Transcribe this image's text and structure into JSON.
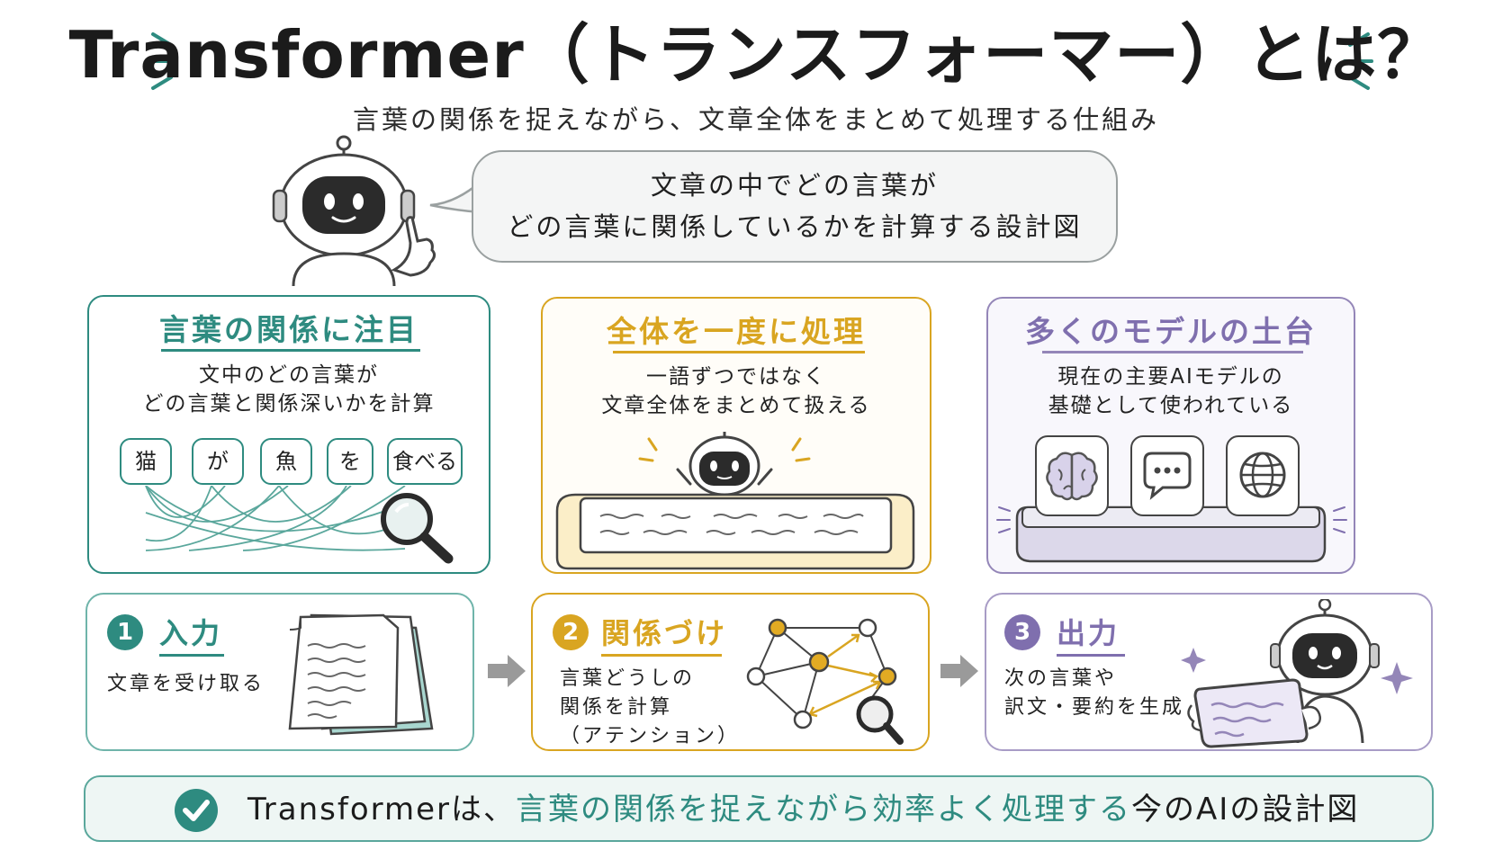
{
  "header": {
    "title": "Transformer（トランスフォーマー）とは？",
    "subtitle": "言葉の関係を捉えながら、文章全体をまとめて処理する仕組み"
  },
  "bubble": {
    "line1": "文章の中でどの言葉が",
    "line2": "どの言葉に関係しているかを計算する設計図"
  },
  "features": [
    {
      "title": "言葉の関係に注目",
      "desc1": "文中のどの言葉が",
      "desc2": "どの言葉と関係深いかを計算",
      "tokens": [
        "猫",
        "が",
        "魚",
        "を",
        "食べる"
      ]
    },
    {
      "title": "全体を一度に処理",
      "desc1": "一語ずつではなく",
      "desc2": "文章全体をまとめて扱える"
    },
    {
      "title": "多くのモデルの土台",
      "desc1": "現在の主要AIモデルの",
      "desc2": "基礎として使われている"
    }
  ],
  "steps": [
    {
      "num": "1",
      "title": "入力",
      "desc": [
        "文章を受け取る"
      ]
    },
    {
      "num": "2",
      "title": "関係づけ",
      "desc": [
        "言葉どうしの",
        "関係を計算",
        "（アテンション）"
      ]
    },
    {
      "num": "3",
      "title": "出力",
      "desc": [
        "次の言葉や",
        "訳文・要約を生成"
      ]
    }
  ],
  "summary": {
    "prefix": "Transformerは、",
    "highlight": "言葉の関係を捉えながら効率よく処理する",
    "suffix": "今のAIの設計図"
  },
  "colors": {
    "teal": "#2e8b80",
    "gold": "#d9a521",
    "purple": "#7f6fae",
    "dark": "#1f1f1f"
  },
  "icons": [
    "robot-icon",
    "magnifier-icon",
    "brain-icon",
    "chat-icon",
    "globe-icon",
    "document-stack-icon",
    "network-icon",
    "arrow-right-icon",
    "check-icon",
    "sparkle-icon"
  ]
}
